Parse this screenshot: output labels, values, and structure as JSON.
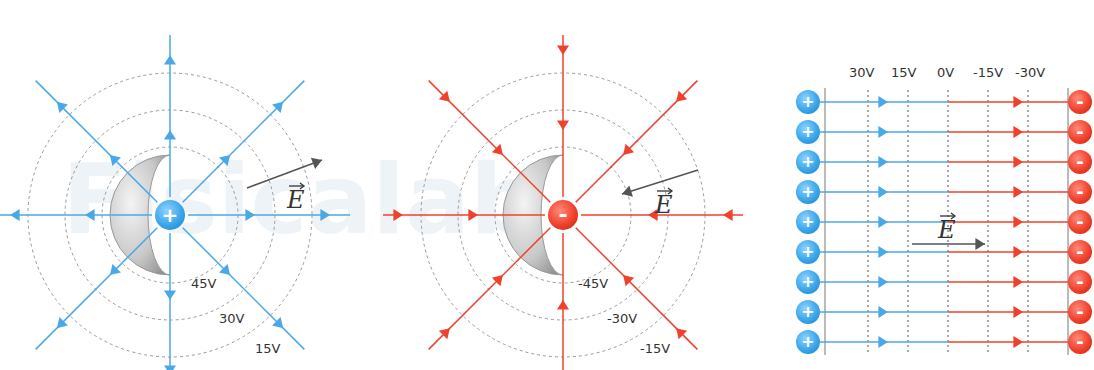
{
  "diagram": {
    "nodes": [
      {
        "text": [
          "+"
        ]
      },
      {
        "text": [
          "-"
        ]
      },
      {
        "text": [
          "+"
        ]
      },
      {
        "text": [
          "+"
        ]
      },
      {
        "text": [
          "+"
        ]
      },
      {
        "text": [
          "+"
        ]
      },
      {
        "text": [
          "+"
        ]
      },
      {
        "text": [
          "+"
        ]
      },
      {
        "text": [
          "+"
        ]
      },
      {
        "text": [
          "+"
        ]
      },
      {
        "text": [
          "+"
        ]
      },
      {
        "text": [
          "-"
        ]
      },
      {
        "text": [
          "-"
        ]
      },
      {
        "text": [
          "-"
        ]
      },
      {
        "text": [
          "-"
        ]
      },
      {
        "text": [
          "-"
        ]
      },
      {
        "text": [
          "-"
        ]
      },
      {
        "text": [
          "-"
        ]
      },
      {
        "text": [
          "-"
        ]
      },
      {
        "text": [
          "-"
        ]
      }
    ],
    "edges": [
      {
        "from": 2,
        "to": 11,
        "arrow": "to"
      },
      {
        "from": 3,
        "to": 12,
        "arrow": "to"
      },
      {
        "from": 4,
        "to": 13,
        "arrow": "to"
      },
      {
        "from": 5,
        "to": 14,
        "arrow": "to"
      },
      {
        "from": 6,
        "to": 15,
        "arrow": "to"
      },
      {
        "from": 7,
        "to": 16,
        "arrow": "to"
      },
      {
        "from": 8,
        "to": 17,
        "arrow": "to"
      },
      {
        "from": 9,
        "to": 18,
        "arrow": "to"
      },
      {
        "from": 10,
        "to": 19,
        "arrow": "to"
      }
    ],
    "labels": [
      "Fisicalab",
      "45V",
      "30V",
      "15V",
      "E",
      "-45V",
      "-30V",
      "-15V",
      "E",
      "30V",
      "15V",
      "0V",
      "-15V",
      "-30V",
      "E"
    ]
  }
}
